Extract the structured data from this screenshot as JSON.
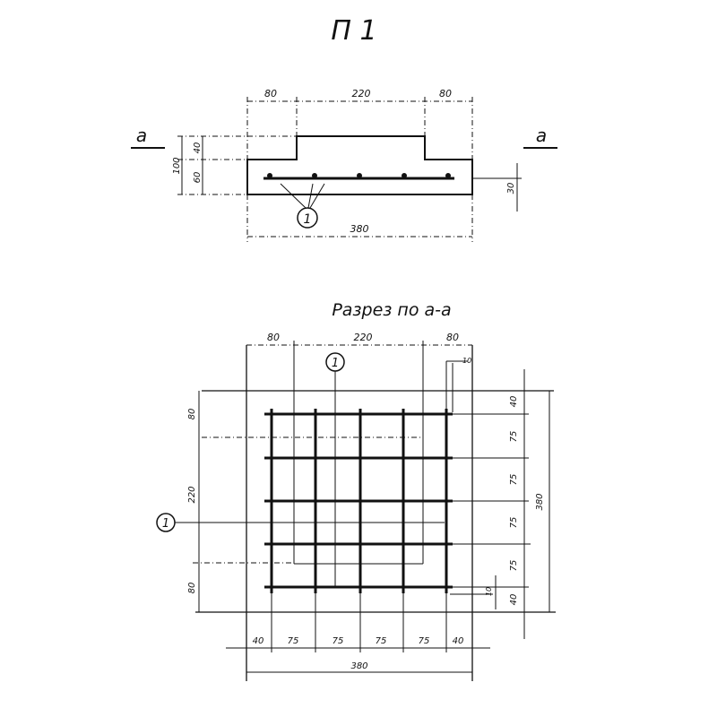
{
  "title": "П 1",
  "section_mark": "а",
  "elevation": {
    "dims_top": [
      "80",
      "220",
      "80"
    ],
    "dim_bottom": "380",
    "dim_height_total": "100",
    "dim_height_upper": "40",
    "dim_height_lower": "60",
    "dim_cover": "30",
    "callout": "1"
  },
  "plan": {
    "caption": "Разрез по а-а",
    "dims_top": [
      "80",
      "220",
      "80"
    ],
    "dims_bottom": [
      "40",
      "75",
      "75",
      "75",
      "75",
      "40"
    ],
    "dim_bottom_total": "380",
    "dims_left": [
      "80",
      "220",
      "80"
    ],
    "dims_right": [
      "40",
      "75",
      "75",
      "75",
      "75",
      "40"
    ],
    "dim_right_total": "380",
    "dim_offset_top": "10",
    "dim_offset_bottom": "10",
    "callout_top": "1",
    "callout_left": "1"
  }
}
